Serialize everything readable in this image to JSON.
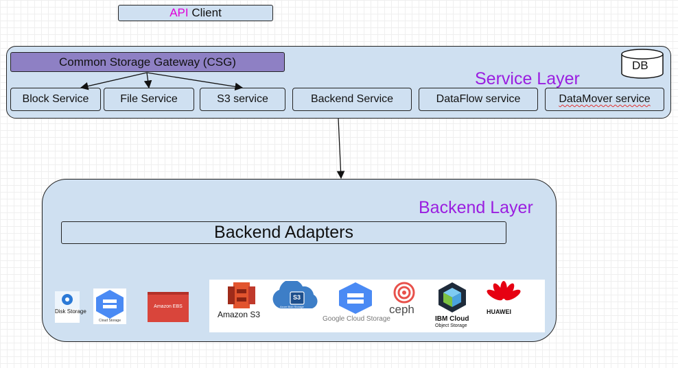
{
  "api_client": {
    "prefix": "API",
    "suffix": "Client"
  },
  "service_layer": {
    "title": "Service Layer",
    "gateway": "Common Storage Gateway (CSG)",
    "db": "DB",
    "services": [
      "Block Service",
      "File Service",
      "S3 service",
      "Backend Service",
      "DataFlow service",
      "DataMover service"
    ]
  },
  "backend_layer": {
    "title": "Backend Layer",
    "adapters": "Backend Adapters",
    "logos": {
      "disk_storage": "Disk Storage",
      "cloud_storage_small": "Cloud Storage",
      "amazon_ebs": "Amazon EBS",
      "amazon_s3": "Amazon S3",
      "azure_s3_badge": "S3",
      "azure_blob": "Azure Blob Storage",
      "google_cloud_storage": "Google Cloud Storage",
      "ceph": "ceph",
      "ibm_cloud": "IBM Cloud",
      "ibm_object_storage": "Object Storage",
      "huawei": "HUAWEI"
    }
  },
  "colors": {
    "box_fill": "#cfe0f1",
    "gateway_fill": "#8e80c4",
    "layer_title": "#9a1ee0",
    "api_accent": "#e000d8"
  }
}
